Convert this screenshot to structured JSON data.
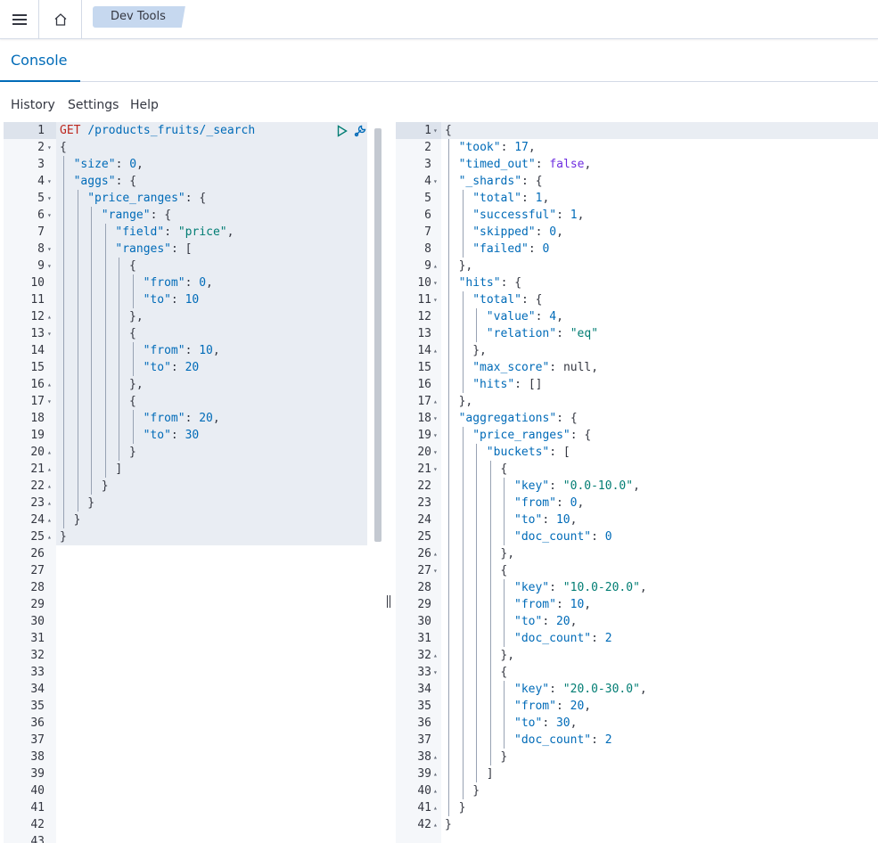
{
  "header": {
    "breadcrumb": "Dev Tools"
  },
  "tabs": [
    {
      "label": "Console"
    }
  ],
  "menu": [
    {
      "label": "History"
    },
    {
      "label": "Settings"
    },
    {
      "label": "Help"
    }
  ],
  "icons": {
    "menu": "hamburger-icon",
    "home": "home-icon",
    "run": "play-icon",
    "settings": "wrench-icon"
  },
  "colors": {
    "accent": "#006bb8",
    "breadcrumb_bg": "#c6d8ef",
    "string": "#017d73",
    "method": "#bd271e",
    "boolean": "#6e2ee0"
  },
  "request": {
    "total_lines": 43,
    "method": "GET",
    "path": "/products_fruits/_search",
    "lines": [
      {
        "n": 1,
        "fold": "",
        "indent": 0,
        "text": "GET /products_fruits/_search"
      },
      {
        "n": 2,
        "fold": "▾",
        "indent": 0,
        "text": "{"
      },
      {
        "n": 3,
        "fold": "",
        "indent": 1,
        "text": "\"size\": 0,"
      },
      {
        "n": 4,
        "fold": "▾",
        "indent": 1,
        "text": "\"aggs\": {"
      },
      {
        "n": 5,
        "fold": "▾",
        "indent": 2,
        "text": "\"price_ranges\": {"
      },
      {
        "n": 6,
        "fold": "▾",
        "indent": 3,
        "text": "\"range\": {"
      },
      {
        "n": 7,
        "fold": "",
        "indent": 4,
        "text": "\"field\": \"price\","
      },
      {
        "n": 8,
        "fold": "▾",
        "indent": 4,
        "text": "\"ranges\": ["
      },
      {
        "n": 9,
        "fold": "▾",
        "indent": 5,
        "text": "{"
      },
      {
        "n": 10,
        "fold": "",
        "indent": 6,
        "text": "\"from\": 0,"
      },
      {
        "n": 11,
        "fold": "",
        "indent": 6,
        "text": "\"to\": 10"
      },
      {
        "n": 12,
        "fold": "▴",
        "indent": 5,
        "text": "},"
      },
      {
        "n": 13,
        "fold": "▾",
        "indent": 5,
        "text": "{"
      },
      {
        "n": 14,
        "fold": "",
        "indent": 6,
        "text": "\"from\": 10,"
      },
      {
        "n": 15,
        "fold": "",
        "indent": 6,
        "text": "\"to\": 20"
      },
      {
        "n": 16,
        "fold": "▴",
        "indent": 5,
        "text": "},"
      },
      {
        "n": 17,
        "fold": "▾",
        "indent": 5,
        "text": "{"
      },
      {
        "n": 18,
        "fold": "",
        "indent": 6,
        "text": "\"from\": 20,"
      },
      {
        "n": 19,
        "fold": "",
        "indent": 6,
        "text": "\"to\": 30"
      },
      {
        "n": 20,
        "fold": "▴",
        "indent": 5,
        "text": "}"
      },
      {
        "n": 21,
        "fold": "▴",
        "indent": 4,
        "text": "]"
      },
      {
        "n": 22,
        "fold": "▴",
        "indent": 3,
        "text": "}"
      },
      {
        "n": 23,
        "fold": "▴",
        "indent": 2,
        "text": "}"
      },
      {
        "n": 24,
        "fold": "▴",
        "indent": 1,
        "text": "}"
      },
      {
        "n": 25,
        "fold": "▴",
        "indent": 0,
        "text": "}"
      }
    ]
  },
  "response": {
    "lines": [
      {
        "n": 1,
        "fold": "▾",
        "indent": 0,
        "text": "{"
      },
      {
        "n": 2,
        "fold": "",
        "indent": 1,
        "text": "\"took\": 17,"
      },
      {
        "n": 3,
        "fold": "",
        "indent": 1,
        "text": "\"timed_out\": false,"
      },
      {
        "n": 4,
        "fold": "▾",
        "indent": 1,
        "text": "\"_shards\": {"
      },
      {
        "n": 5,
        "fold": "",
        "indent": 2,
        "text": "\"total\": 1,"
      },
      {
        "n": 6,
        "fold": "",
        "indent": 2,
        "text": "\"successful\": 1,"
      },
      {
        "n": 7,
        "fold": "",
        "indent": 2,
        "text": "\"skipped\": 0,"
      },
      {
        "n": 8,
        "fold": "",
        "indent": 2,
        "text": "\"failed\": 0"
      },
      {
        "n": 9,
        "fold": "▴",
        "indent": 1,
        "text": "},"
      },
      {
        "n": 10,
        "fold": "▾",
        "indent": 1,
        "text": "\"hits\": {"
      },
      {
        "n": 11,
        "fold": "▾",
        "indent": 2,
        "text": "\"total\": {"
      },
      {
        "n": 12,
        "fold": "",
        "indent": 3,
        "text": "\"value\": 4,"
      },
      {
        "n": 13,
        "fold": "",
        "indent": 3,
        "text": "\"relation\": \"eq\""
      },
      {
        "n": 14,
        "fold": "▴",
        "indent": 2,
        "text": "},"
      },
      {
        "n": 15,
        "fold": "",
        "indent": 2,
        "text": "\"max_score\": null,"
      },
      {
        "n": 16,
        "fold": "",
        "indent": 2,
        "text": "\"hits\": []"
      },
      {
        "n": 17,
        "fold": "▴",
        "indent": 1,
        "text": "},"
      },
      {
        "n": 18,
        "fold": "▾",
        "indent": 1,
        "text": "\"aggregations\": {"
      },
      {
        "n": 19,
        "fold": "▾",
        "indent": 2,
        "text": "\"price_ranges\": {"
      },
      {
        "n": 20,
        "fold": "▾",
        "indent": 3,
        "text": "\"buckets\": ["
      },
      {
        "n": 21,
        "fold": "▾",
        "indent": 4,
        "text": "{"
      },
      {
        "n": 22,
        "fold": "",
        "indent": 5,
        "text": "\"key\": \"0.0-10.0\","
      },
      {
        "n": 23,
        "fold": "",
        "indent": 5,
        "text": "\"from\": 0,"
      },
      {
        "n": 24,
        "fold": "",
        "indent": 5,
        "text": "\"to\": 10,"
      },
      {
        "n": 25,
        "fold": "",
        "indent": 5,
        "text": "\"doc_count\": 0"
      },
      {
        "n": 26,
        "fold": "▴",
        "indent": 4,
        "text": "},"
      },
      {
        "n": 27,
        "fold": "▾",
        "indent": 4,
        "text": "{"
      },
      {
        "n": 28,
        "fold": "",
        "indent": 5,
        "text": "\"key\": \"10.0-20.0\","
      },
      {
        "n": 29,
        "fold": "",
        "indent": 5,
        "text": "\"from\": 10,"
      },
      {
        "n": 30,
        "fold": "",
        "indent": 5,
        "text": "\"to\": 20,"
      },
      {
        "n": 31,
        "fold": "",
        "indent": 5,
        "text": "\"doc_count\": 2"
      },
      {
        "n": 32,
        "fold": "▴",
        "indent": 4,
        "text": "},"
      },
      {
        "n": 33,
        "fold": "▾",
        "indent": 4,
        "text": "{"
      },
      {
        "n": 34,
        "fold": "",
        "indent": 5,
        "text": "\"key\": \"20.0-30.0\","
      },
      {
        "n": 35,
        "fold": "",
        "indent": 5,
        "text": "\"from\": 20,"
      },
      {
        "n": 36,
        "fold": "",
        "indent": 5,
        "text": "\"to\": 30,"
      },
      {
        "n": 37,
        "fold": "",
        "indent": 5,
        "text": "\"doc_count\": 2"
      },
      {
        "n": 38,
        "fold": "▴",
        "indent": 4,
        "text": "}"
      },
      {
        "n": 39,
        "fold": "▴",
        "indent": 3,
        "text": "]"
      },
      {
        "n": 40,
        "fold": "▴",
        "indent": 2,
        "text": "}"
      },
      {
        "n": 41,
        "fold": "▴",
        "indent": 1,
        "text": "}"
      },
      {
        "n": 42,
        "fold": "▴",
        "indent": 0,
        "text": "}"
      }
    ]
  }
}
